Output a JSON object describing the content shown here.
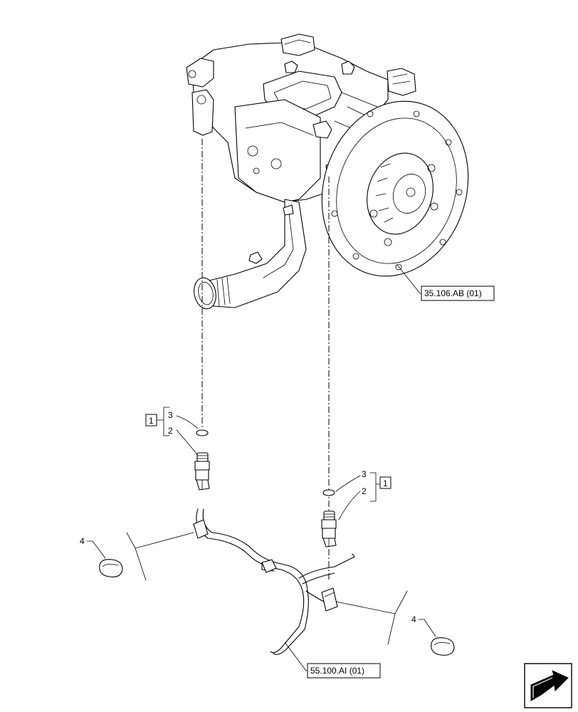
{
  "callouts": {
    "ref_top": "35.106.AB (01)",
    "ref_bottom": "55.100.AI (01)",
    "group_left": "1",
    "group_right": "1",
    "left_item_3": "3",
    "left_item_2": "2",
    "right_item_3": "3",
    "right_item_2": "2",
    "clip_left": "4",
    "clip_right": "4"
  },
  "icons": {
    "transmission": "transmission-assembly-icon",
    "sensor": "pressure-sensor-icon",
    "oring": "o-ring-icon",
    "clip": "cable-clip-icon",
    "harness": "wire-harness-icon",
    "nav": "navigation-arrow-icon"
  }
}
